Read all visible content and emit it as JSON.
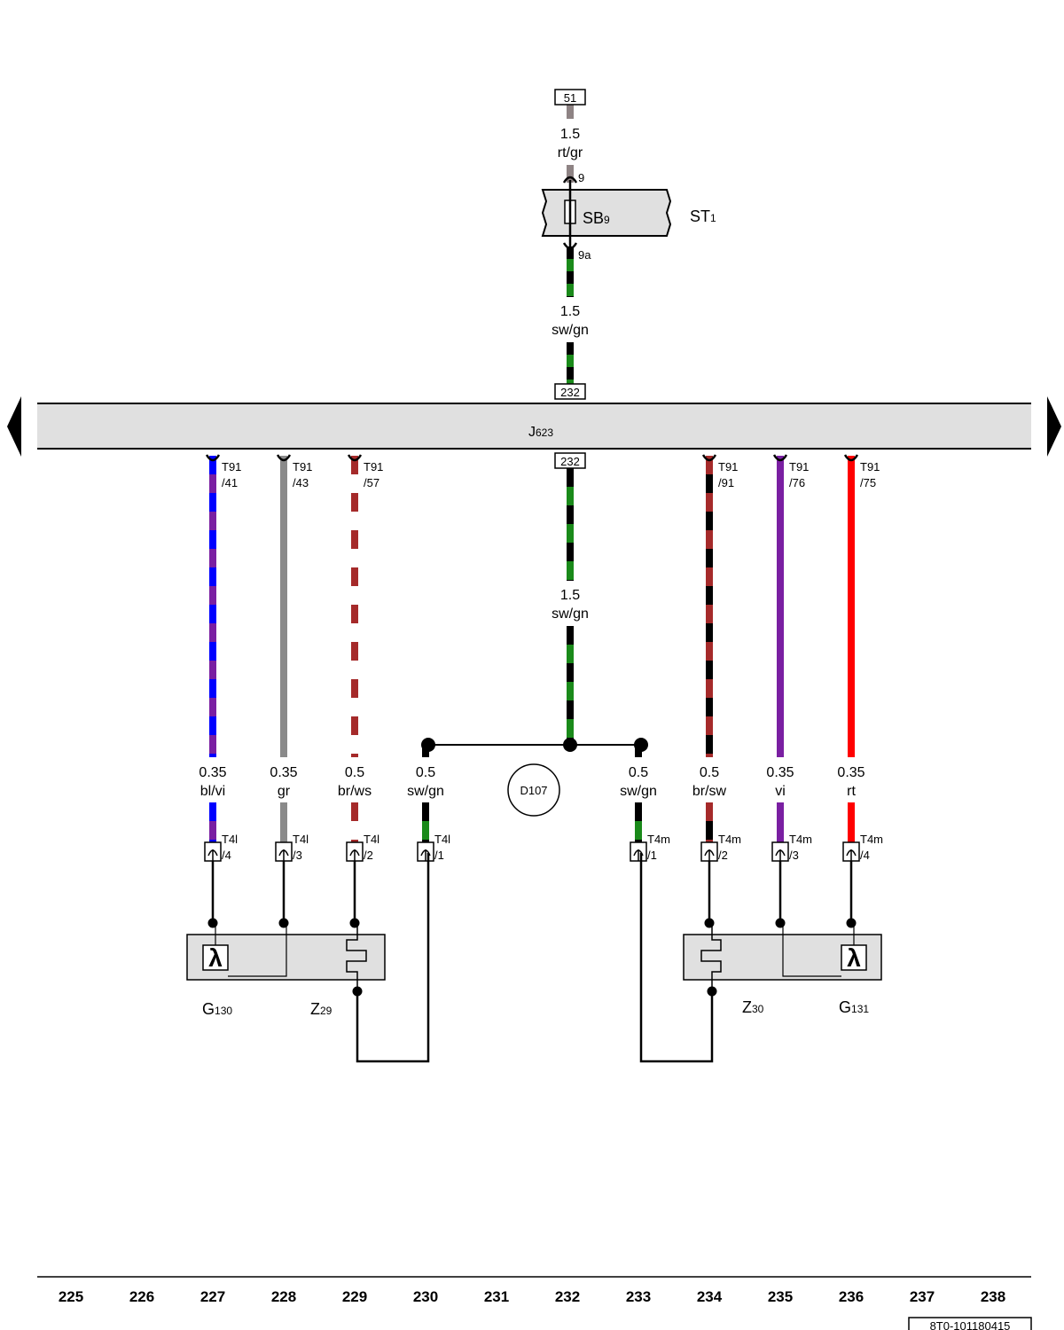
{
  "fuse": {
    "relay_pos": "51",
    "pin_in": "9",
    "pin_out": "9a",
    "name": "SB",
    "name_sub": "9",
    "holder": "ST",
    "holder_sub": "1"
  },
  "feed_wire_top": {
    "size": "1.5",
    "color": "rt/gr",
    "hex": [
      "#8e8384"
    ]
  },
  "feed_wire_mid": {
    "size": "1.5",
    "color": "sw/gn",
    "hex": [
      "#000000",
      "#1a8a1a"
    ]
  },
  "feed_wire_low": {
    "size": "1.5",
    "color": "sw/gn",
    "hex": [
      "#000000",
      "#1a8a1a"
    ]
  },
  "ecu": {
    "name": "J",
    "name_sub": "623",
    "ref_top": "232",
    "ref_bottom": "232",
    "fill": "#e0e0e0"
  },
  "ground_point": "D107",
  "wires": [
    {
      "id": "w-t91-41",
      "track": "227",
      "pin": "T91",
      "pin_sub": "/41",
      "size": "0.35",
      "color": "bl/vi",
      "hex": [
        "#0000ff",
        "#7a1fa2"
      ],
      "plug": "T4l",
      "plug_pin": "/4"
    },
    {
      "id": "w-t91-43",
      "track": "228",
      "pin": "T91",
      "pin_sub": "/43",
      "size": "0.35",
      "color": "gr",
      "hex": [
        "#8a8a8a"
      ],
      "plug": "T4l",
      "plug_pin": "/3"
    },
    {
      "id": "w-t91-57",
      "track": "229",
      "pin": "T91",
      "pin_sub": "/57",
      "size": "0.5",
      "color": "br/ws",
      "hex": [
        "#a52a2a",
        "#ffffff"
      ],
      "plug": "T4l",
      "plug_pin": "/2"
    },
    {
      "id": "w-gnd-l",
      "track": "230",
      "pin": "",
      "pin_sub": "",
      "size": "0.5",
      "color": "sw/gn",
      "hex": [
        "#000000",
        "#1a8a1a"
      ],
      "plug": "T4l",
      "plug_pin": "/1"
    },
    {
      "id": "w-gnd-r",
      "track": "233",
      "pin": "",
      "pin_sub": "",
      "size": "0.5",
      "color": "sw/gn",
      "hex": [
        "#000000",
        "#1a8a1a"
      ],
      "plug": "T4m",
      "plug_pin": "/1"
    },
    {
      "id": "w-t91-91",
      "track": "234",
      "pin": "T91",
      "pin_sub": "/91",
      "size": "0.5",
      "color": "br/sw",
      "hex": [
        "#a52a2a",
        "#000000"
      ],
      "plug": "T4m",
      "plug_pin": "/2"
    },
    {
      "id": "w-t91-76",
      "track": "235",
      "pin": "T91",
      "pin_sub": "/76",
      "size": "0.35",
      "color": "vi",
      "hex": [
        "#7a1fa2"
      ],
      "plug": "T4m",
      "plug_pin": "/3"
    },
    {
      "id": "w-t91-75",
      "track": "236",
      "pin": "T91",
      "pin_sub": "/75",
      "size": "0.35",
      "color": "rt",
      "hex": [
        "#ff0000"
      ],
      "plug": "T4m",
      "plug_pin": "/4"
    }
  ],
  "components": {
    "left_sensor": {
      "name": "G",
      "sub": "130"
    },
    "left_heater": {
      "name": "Z",
      "sub": "29"
    },
    "right_heater": {
      "name": "Z",
      "sub": "30"
    },
    "right_sensor": {
      "name": "G",
      "sub": "131"
    },
    "lambda_symbol": "λ",
    "box_fill": "#e0e0e0"
  },
  "tracks": [
    "225",
    "226",
    "227",
    "228",
    "229",
    "230",
    "231",
    "232",
    "233",
    "234",
    "235",
    "236",
    "237",
    "238"
  ],
  "doc_number": "8T0-101180415"
}
